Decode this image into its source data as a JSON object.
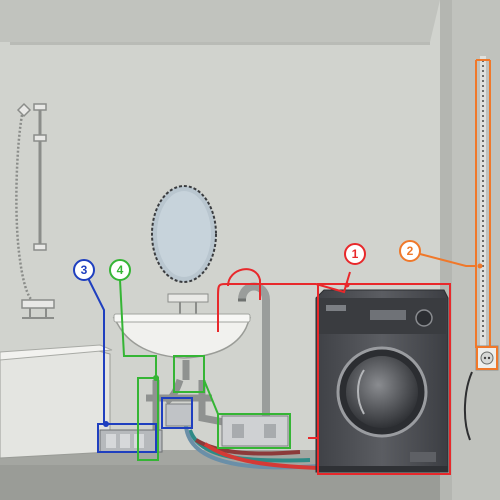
{
  "callouts": [
    {
      "number": "1",
      "color": "#e8282b"
    },
    {
      "number": "2",
      "color": "#f0782a"
    },
    {
      "number": "3",
      "color": "#1f3fbf"
    },
    {
      "number": "4",
      "color": "#35b535"
    }
  ],
  "colors": {
    "wall": "#d3d5d0",
    "right_wall": "#c4c6c1",
    "floor": "#9fa19c",
    "wire": "#e8282b",
    "power": "#f0782a",
    "drain": "#1f3fbf",
    "water": "#35b535",
    "washer": "#4b4d52"
  },
  "icons": [
    "shower-icon",
    "mirror-icon",
    "tap-icon",
    "washing-machine-icon",
    "power-socket-icon"
  ]
}
